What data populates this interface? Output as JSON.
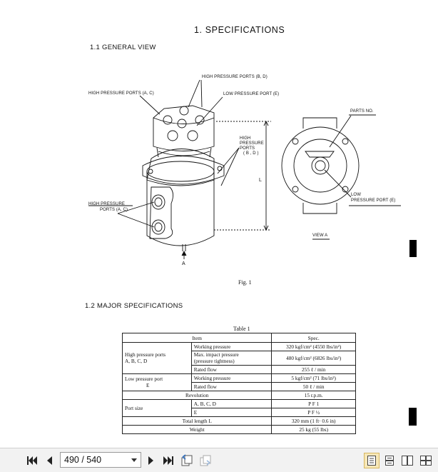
{
  "document": {
    "section_title": "1.  SPECIFICATIONS",
    "subsection_general": "1.1  GENERAL VIEW",
    "subsection_major": "1.2  MAJOR SPECIFICATIONS",
    "figure_caption": "Fig. 1",
    "labels": {
      "hp_ports_bd_top": "HIGH PRESSURE PORTS (B, D)",
      "hp_ports_ac_top": "HIGH PRESSURE PORTS (A, C)",
      "lp_port_e_top": "LOW PRESSURE PORT (E)",
      "hp_ports_side_1": "HIGH",
      "hp_ports_side_2": "PRESSURE",
      "hp_ports_side_3": "PORTS",
      "hp_ports_side_4": "( B , D )",
      "dim_l": "L",
      "hp_ports_ac_left_1": "HIGH  PRESSURE",
      "hp_ports_ac_left_2": "PORTS (A, C)",
      "arrow_a": "A",
      "parts_no": "PARTS NO.",
      "lp_port_view_1": "LOW",
      "lp_port_view_2": "PRESSURE PORT (E)",
      "view_a": "VIEW A"
    },
    "table": {
      "caption": "Table 1",
      "header_item": "Item",
      "header_spec": "Spec.",
      "hp_group_1": "High pressure ports",
      "hp_group_2": "A, B, C, D",
      "working_pressure": "Working pressure",
      "working_pressure_val": "320 kgf/cm² (4550 lbs/in²)",
      "max_impact_1": "Max. impact pressure",
      "max_impact_2": "(pressure tightness)",
      "max_impact_val": "480 kgf/cm² (6826 lbs/in²)",
      "rated_flow": "Rated flow",
      "rated_flow_val": "255 ℓ / min",
      "lp_group_1": "Low pressure port",
      "lp_group_2": "E",
      "lp_working_pressure": "Working pressure",
      "lp_working_pressure_val": "5 kgf/cm² (71 lbs/in²)",
      "lp_rated_flow": "Rated flow",
      "lp_rated_flow_val": "50 ℓ / min",
      "revolution": "Revolution",
      "revolution_val": "15 r.p.m.",
      "port_size": "Port size",
      "port_abcd": "A, B, C, D",
      "port_abcd_val": "P F 1",
      "port_e": "E",
      "port_e_val": "P F ½",
      "total_length": "Total length L",
      "total_length_val": "320 mm (1 ft· 0.6 in)",
      "weight": "Weight",
      "weight_val": "25 kg (55 lbs)"
    }
  },
  "toolbar": {
    "page_indicator": "490 / 540"
  },
  "colors": {
    "toolbar_bg": "#f2f2f2",
    "active_button": "#f6e7b8",
    "ink": "#111111"
  }
}
